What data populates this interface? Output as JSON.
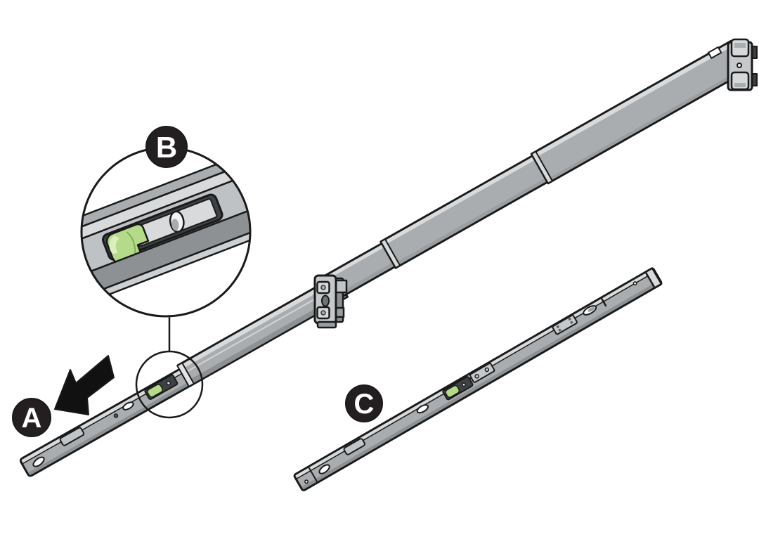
{
  "labels": {
    "a": "A",
    "b": "B",
    "c": "C"
  },
  "colors": {
    "badge": "#231f20",
    "green_button": "#b5db8a",
    "green_highlight": "#dcefbb",
    "green_shade": "#7fae52"
  }
}
